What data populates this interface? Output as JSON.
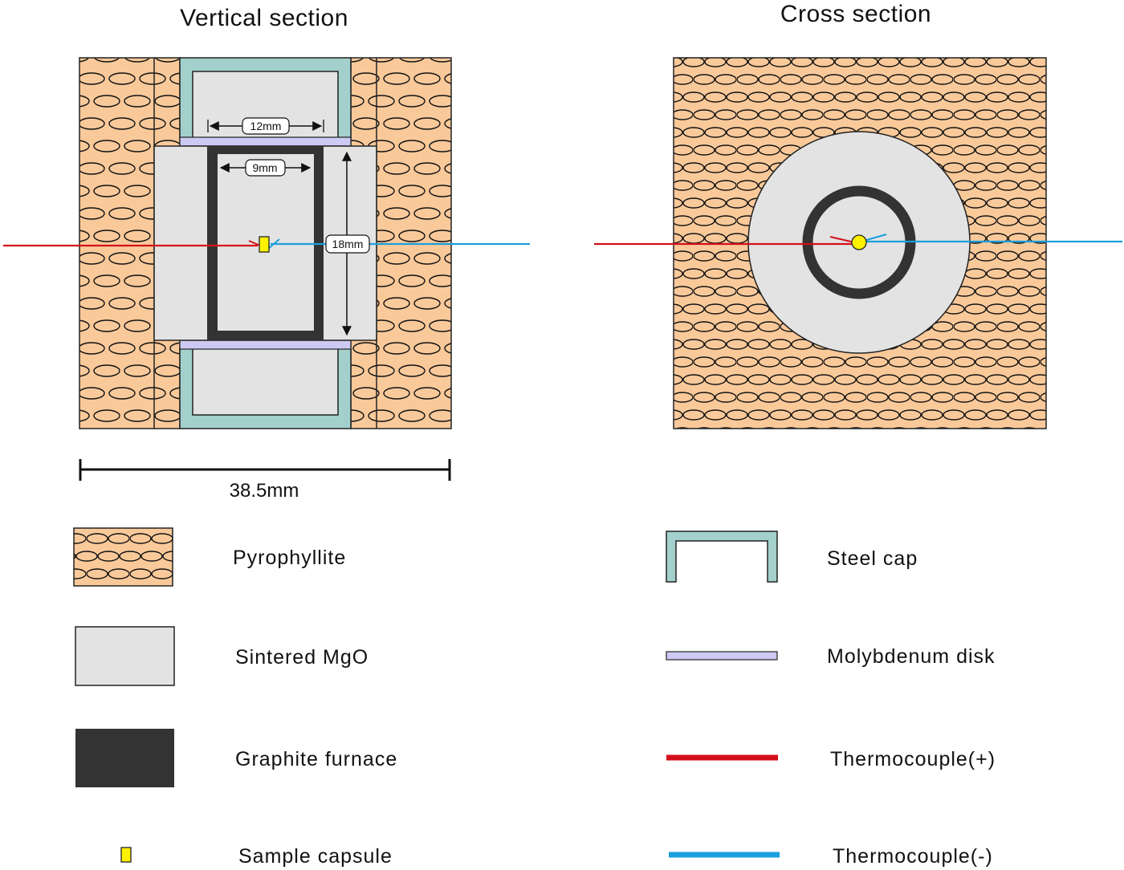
{
  "titles": {
    "vertical": "Vertical section",
    "cross": "Cross section"
  },
  "dimensions": {
    "outer_width": "12mm",
    "inner_width": "9mm",
    "furnace_height": "18mm",
    "scale_bar": "38.5mm"
  },
  "legend": {
    "pyrophyllite": "Pyrophyllite",
    "mgo": "Sintered MgO",
    "graphite": "Graphite furnace",
    "capsule": "Sample capsule",
    "steel_cap": "Steel cap",
    "molybdenum": "Molybdenum  disk",
    "tc_plus": "Thermocouple(+)",
    "tc_minus": "Thermocouple(-)"
  },
  "colors": {
    "pyrophyllite": "#f9c99a",
    "mgo": "#e3e3e3",
    "graphite": "#333333",
    "steel": "#a3d0cc",
    "molybdenum": "#cccaf2",
    "capsule": "#fff200",
    "tc_plus": "#d4101a",
    "tc_minus": "#1a9fdc"
  }
}
